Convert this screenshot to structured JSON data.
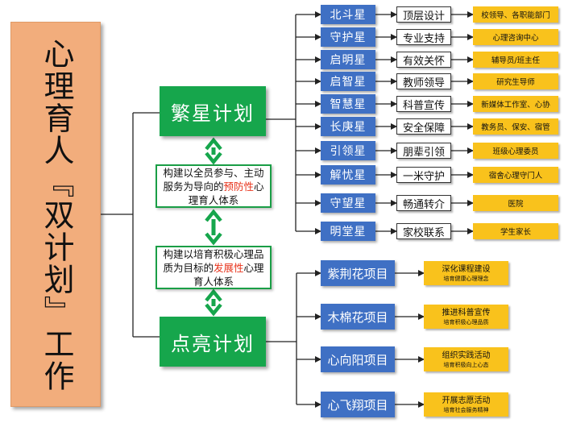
{
  "title": "心理育人『双计划』工作规划",
  "plans": {
    "star_plan": "繁星计划",
    "light_plan": "点亮计划"
  },
  "systems": {
    "prevention": {
      "before": "构建以全员参与、主动服务为导向的",
      "highlight": "预防性",
      "after": "心理育人体系"
    },
    "development": {
      "before": "构建以培育积极心理品质为目标的",
      "highlight": "发展性",
      "after": "心理育人体系"
    }
  },
  "stars": [
    {
      "name": "北斗星",
      "role": "顶层设计",
      "target": "校领导、各职能部门"
    },
    {
      "name": "守护星",
      "role": "专业支持",
      "target": "心理咨询中心"
    },
    {
      "name": "启明星",
      "role": "有效关怀",
      "target": "辅导员/班主任"
    },
    {
      "name": "启智星",
      "role": "教师领导",
      "target": "研究生导师"
    },
    {
      "name": "智慧星",
      "role": "科普宣传",
      "target": "新媒体工作室、心协"
    },
    {
      "name": "长庚星",
      "role": "安全保障",
      "target": "教务员、保安、宿管"
    },
    {
      "name": "引领星",
      "role": "朋辈引领",
      "target": "班级心理委员"
    },
    {
      "name": "解忧星",
      "role": "一米守护",
      "target": "宿舍心理守门人"
    },
    {
      "name": "守望星",
      "role": "畅通转介",
      "target": "医院"
    },
    {
      "name": "明堂星",
      "role": "家校联系",
      "target": "学生家长"
    }
  ],
  "projects": [
    {
      "name": "紫荆花项目",
      "main": "深化课程建设",
      "sub": "培育健康心理理念"
    },
    {
      "name": "木棉花项目",
      "main": "推进科普宣传",
      "sub": "培育积极心理品质"
    },
    {
      "name": "心向阳项目",
      "main": "组织实践活动",
      "sub": "培育积极向上心态"
    },
    {
      "name": "心飞翔项目",
      "main": "开展志愿活动",
      "sub": "培育社会服务精神"
    }
  ],
  "colors": {
    "title_bg": "#f2ad7c",
    "plan_green": "#16a64c",
    "star_blue": "#3f70c4",
    "target_yellow": "#f9c21c",
    "highlight_red": "#e8341c"
  }
}
